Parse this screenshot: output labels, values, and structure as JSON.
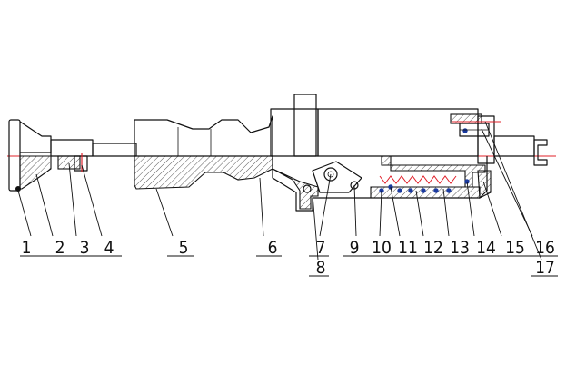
{
  "diagram": {
    "callouts": [
      {
        "label": "1"
      },
      {
        "label": "2"
      },
      {
        "label": "3"
      },
      {
        "label": "4"
      },
      {
        "label": "5"
      },
      {
        "label": "6"
      },
      {
        "label": "7"
      },
      {
        "label": "8"
      },
      {
        "label": "9"
      },
      {
        "label": "10"
      },
      {
        "label": "11"
      },
      {
        "label": "12"
      },
      {
        "label": "13"
      },
      {
        "label": "14"
      },
      {
        "label": "15"
      },
      {
        "label": "16"
      },
      {
        "label": "17"
      }
    ]
  },
  "colors": {
    "linework": "#111111",
    "axis": "#e0202a",
    "seals": "#1a3aa0",
    "background": "#ffffff"
  }
}
